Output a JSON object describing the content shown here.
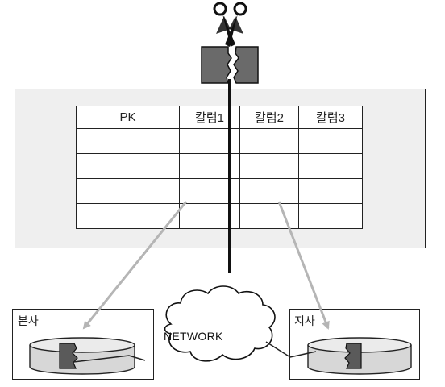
{
  "table": {
    "headers": [
      "PK",
      "칼럼1",
      "칼럼2",
      "칼럼3"
    ],
    "row_count": 4
  },
  "sites": {
    "hq": {
      "label": "본사"
    },
    "branch": {
      "label": "지사"
    }
  },
  "network": {
    "label": "NETWORK"
  },
  "icons": [
    "scissors-icon",
    "cut-fragment-icon",
    "database-cylinder-icon",
    "network-cloud-icon"
  ]
}
